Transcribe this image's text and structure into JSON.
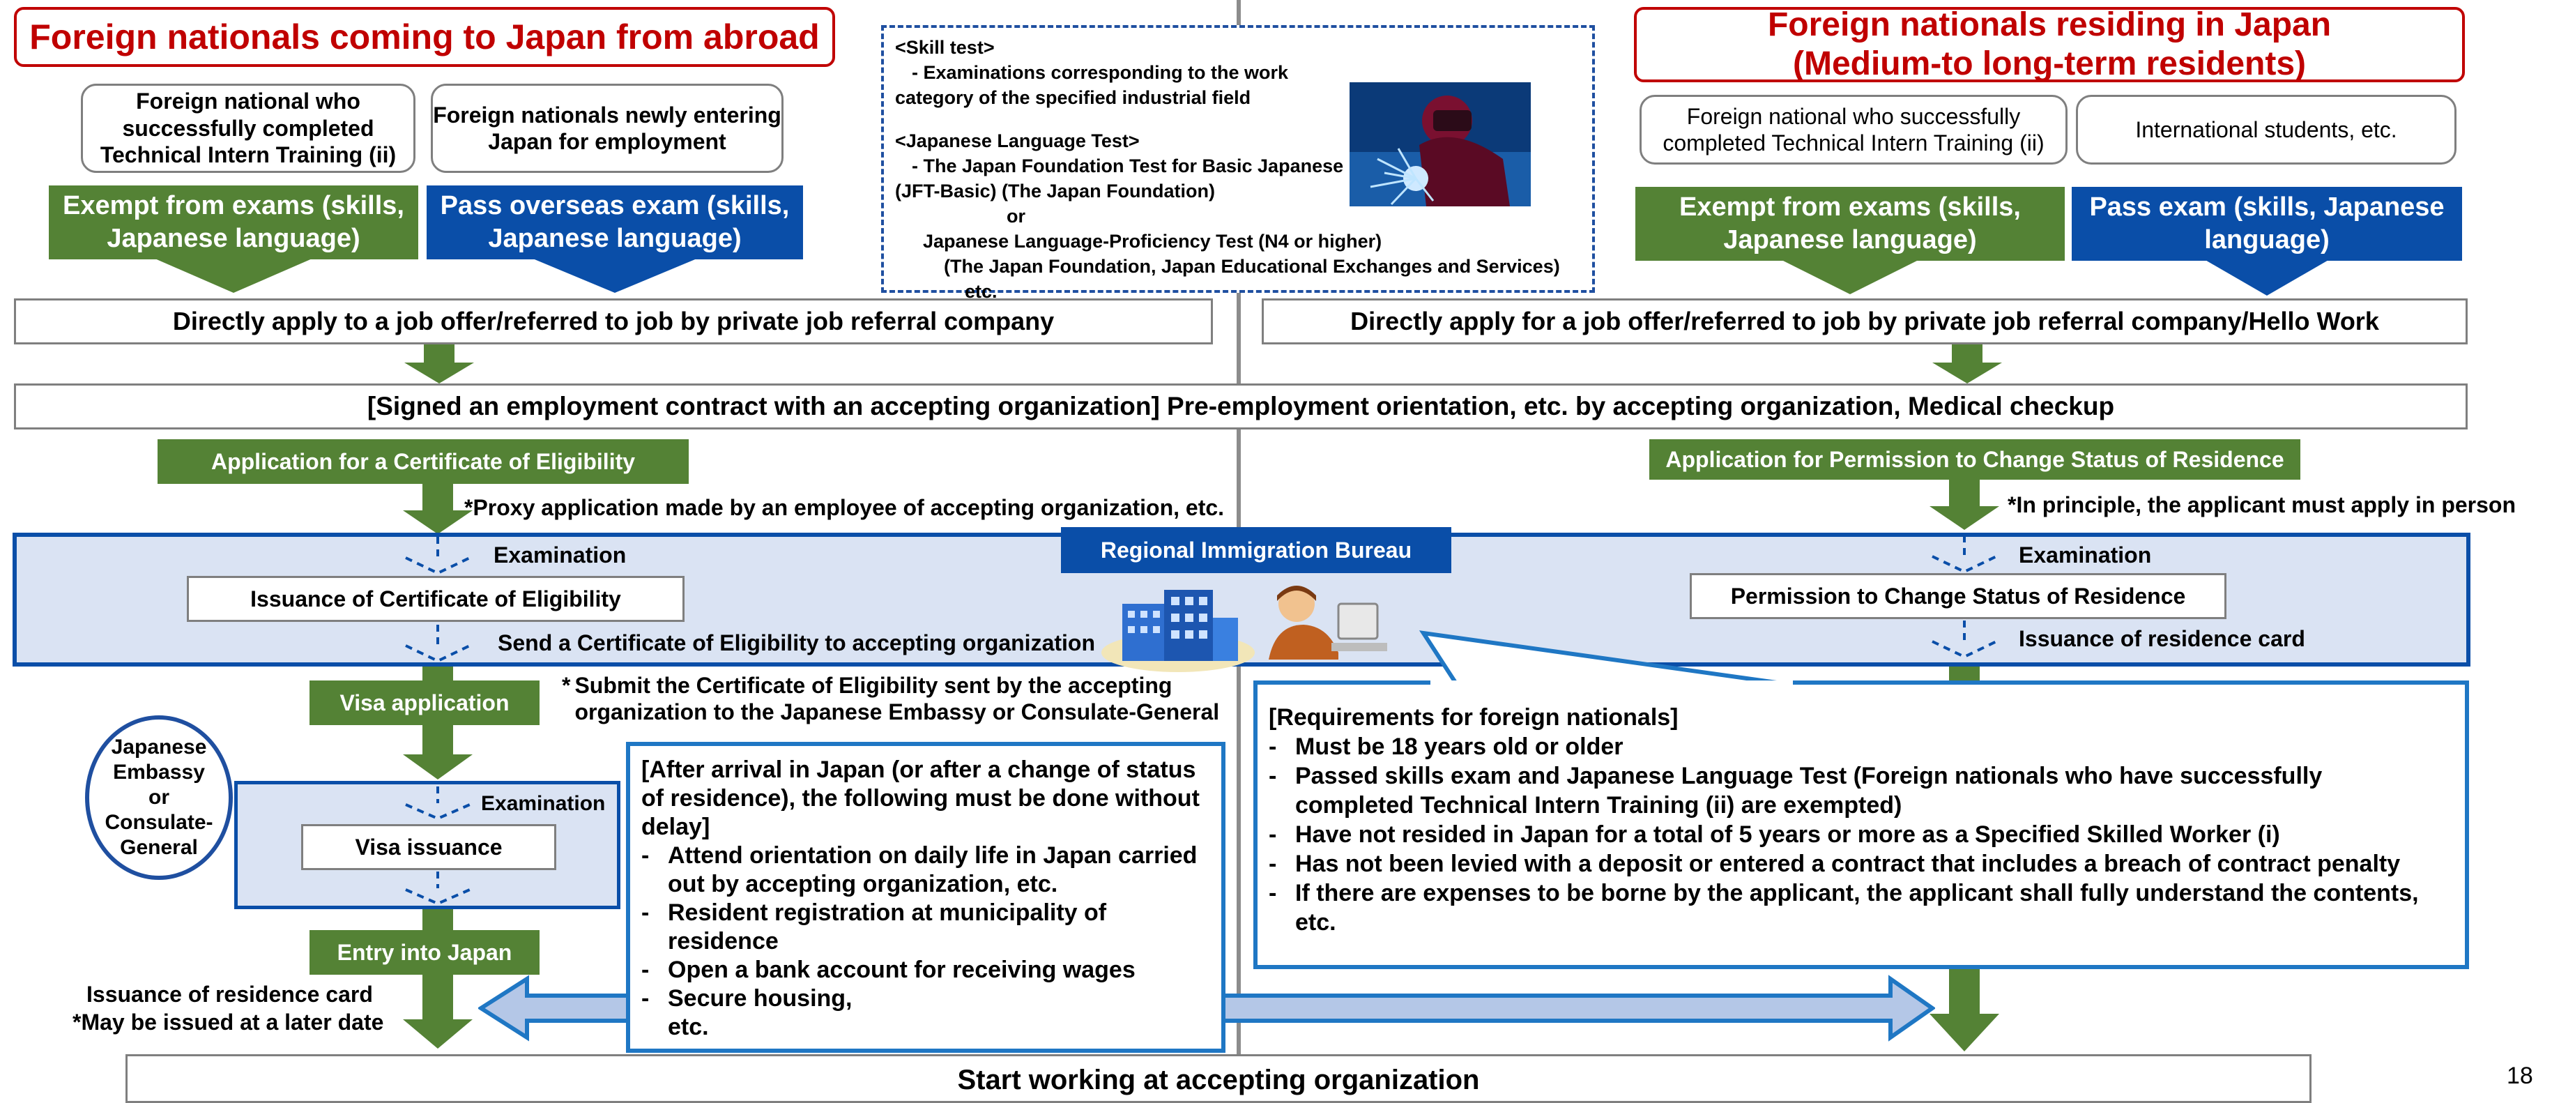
{
  "left": {
    "title": "Foreign nationals coming to Japan from abroad",
    "box1": "Foreign national who successfully completed Technical Intern Training (ii)",
    "box2": "Foreign nationals newly entering Japan for employment",
    "exempt": "Exempt from exams (skills, Japanese language)",
    "overseas": "Pass overseas exam (skills, Japanese language)",
    "apply": "Directly apply to a job offer/referred to job by private job referral company",
    "coe_app": "Application for a Certificate of Eligibility",
    "proxy_note": "Proxy application made by an employee of accepting organization, etc.",
    "examination": "Examination",
    "coe_issue": "Issuance of Certificate of Eligibility",
    "send_coe": "Send a Certificate of Eligibility to accepting organization",
    "submit_note": "Submit the Certificate of Eligibility sent by the accepting organization to the Japanese Embassy or Consulate-General",
    "visa_app": "Visa application",
    "embassy": "Japanese Embassy or Consulate-General",
    "visa_exam": "Examination",
    "visa_issue": "Visa issuance",
    "entry": "Entry into Japan",
    "residence_card": "Issuance of residence card",
    "later_note": "*May be issued at a later date"
  },
  "skill": {
    "l1": "<Skill test>",
    "l2": "- Examinations corresponding to the work",
    "l3": "category of the specified industrial field",
    "l4": "<Japanese Language Test>",
    "l5": "- The Japan Foundation Test for Basic Japanese",
    "l6": "(JFT-Basic) (The Japan Foundation)",
    "l7": "or",
    "l8": "Japanese Language-Proficiency Test (N4 or higher)",
    "l9": "(The Japan Foundation, Japan Educational Exchanges and Services)",
    "l10": "etc."
  },
  "right": {
    "title1": "Foreign nationals residing in Japan",
    "title2": "(Medium-to long-term residents)",
    "box1": "Foreign national who successfully completed Technical Intern Training (ii)",
    "box2": "International students, etc.",
    "exempt": "Exempt from exams (skills, Japanese language)",
    "pass": "Pass exam (skills, Japanese language)",
    "apply": "Directly apply for a job offer/referred to job by private job referral company/Hello Work",
    "change_app": "Application for Permission to Change Status of Residence",
    "principle_note": "In principle, the applicant must apply in person",
    "examination": "Examination",
    "permission": "Permission to Change Status of Residence",
    "residence_card": "Issuance of residence card"
  },
  "shared": {
    "contract": "[Signed an employment contract with an accepting organization] Pre-employment orientation, etc. by accepting organization, Medical checkup",
    "bureau": "Regional Immigration Bureau",
    "start": "Start working at accepting organization",
    "page_number": "18"
  },
  "arrival": {
    "heading": "[After arrival in Japan (or after a change of status of residence), the following must be done without delay]",
    "items": [
      "Attend orientation on daily life in Japan carried out by accepting organization, etc.",
      "Resident registration at municipality of residence",
      "Open a bank account for receiving wages",
      "Secure housing, etc."
    ]
  },
  "requirements": {
    "heading": "[Requirements for foreign nationals]",
    "items": [
      "Must be 18 years old or older",
      "Passed skills exam and Japanese Language Test (Foreign nationals who have successfully completed Technical Intern Training (ii) are exempted)",
      "Have not resided in Japan for a total of 5 years or more as a Specified Skilled Worker (i)",
      "Has not been levied with a deposit or entered a contract that includes a breach of contract penalty",
      "If there are expenses to be borne by the applicant, the applicant shall fully understand the contents, etc."
    ]
  },
  "colors": {
    "green": "#548235",
    "blue": "#0a4ea8",
    "red": "#c00000",
    "lightblue": "#dae3f3"
  }
}
